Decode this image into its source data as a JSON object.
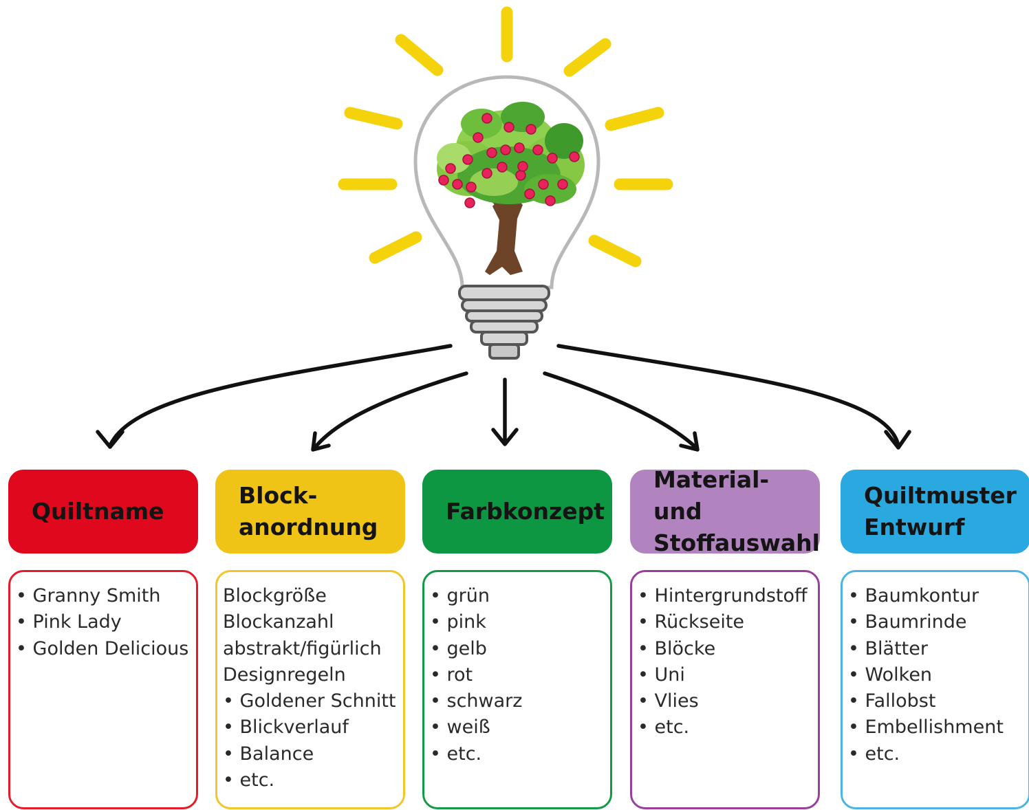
{
  "colors": {
    "ray": "#f5d30c",
    "bulb_outline": "#b8b8b8",
    "arrow": "#111111"
  },
  "icons": {
    "bulb": "lightbulb-icon",
    "tree": "apple-tree-icon"
  },
  "categories": [
    {
      "title": "Quiltname",
      "color": "#e0081c",
      "border": "#e51b2b",
      "items": [
        {
          "text": "Granny Smith",
          "bullet": true
        },
        {
          "text": "Pink Lady",
          "bullet": true
        },
        {
          "text": "Golden Delicious",
          "bullet": true
        }
      ]
    },
    {
      "title": "Block-\nanordnung",
      "color": "#f0c417",
      "border": "#f2c62b",
      "items": [
        {
          "text": "Blockgröße",
          "bullet": false
        },
        {
          "text": "Blockanzahl",
          "bullet": false
        },
        {
          "text": "abstrakt/figürlich",
          "bullet": false
        },
        {
          "text": "Designregeln",
          "bullet": false
        },
        {
          "text": "Goldener Schnitt",
          "bullet": true
        },
        {
          "text": "Blickverlauf",
          "bullet": true
        },
        {
          "text": "Balance",
          "bullet": true
        },
        {
          "text": "etc.",
          "bullet": true
        }
      ]
    },
    {
      "title": "Farbkonzept",
      "color": "#0e9743",
      "border": "#129a48",
      "items": [
        {
          "text": "grün",
          "bullet": true
        },
        {
          "text": "pink",
          "bullet": true
        },
        {
          "text": "gelb",
          "bullet": true
        },
        {
          "text": "rot",
          "bullet": true
        },
        {
          "text": "schwarz",
          "bullet": true
        },
        {
          "text": "weiß",
          "bullet": true
        },
        {
          "text": "etc.",
          "bullet": true
        }
      ]
    },
    {
      "title": "Material- und\nStoffauswahl",
      "color": "#b184bf",
      "border": "#9a3e9e",
      "items": [
        {
          "text": "Hintergrundstoff",
          "bullet": true
        },
        {
          "text": "Rückseite",
          "bullet": true
        },
        {
          "text": "Blöcke",
          "bullet": true
        },
        {
          "text": "Uni",
          "bullet": true
        },
        {
          "text": "Vlies",
          "bullet": true
        },
        {
          "text": "etc.",
          "bullet": true
        }
      ]
    },
    {
      "title": "Quiltmuster\nEntwurf",
      "color": "#2aa9e0",
      "border": "#4bb4e4",
      "items": [
        {
          "text": "Baumkontur",
          "bullet": true
        },
        {
          "text": "Baumrinde",
          "bullet": true
        },
        {
          "text": "Blätter",
          "bullet": true
        },
        {
          "text": "Wolken",
          "bullet": true
        },
        {
          "text": "Fallobst",
          "bullet": true
        },
        {
          "text": "Embellishment",
          "bullet": true
        },
        {
          "text": "etc.",
          "bullet": true
        }
      ]
    }
  ]
}
